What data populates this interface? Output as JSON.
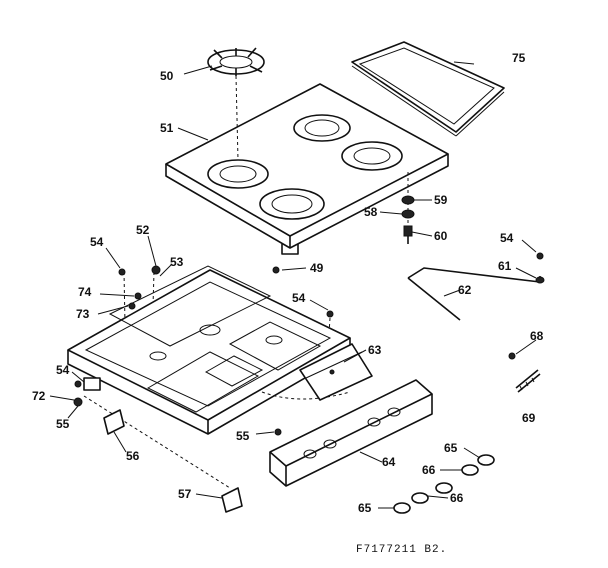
{
  "diagram": {
    "drawing_number": "F7177211 B2.",
    "callouts": [
      {
        "id": "c50",
        "label": "50"
      },
      {
        "id": "c75",
        "label": "75"
      },
      {
        "id": "c51",
        "label": "51"
      },
      {
        "id": "c59",
        "label": "59"
      },
      {
        "id": "c58",
        "label": "58"
      },
      {
        "id": "c60",
        "label": "60"
      },
      {
        "id": "c54a",
        "label": "54"
      },
      {
        "id": "c52",
        "label": "52"
      },
      {
        "id": "c53",
        "label": "53"
      },
      {
        "id": "c49",
        "label": "49"
      },
      {
        "id": "c74",
        "label": "74"
      },
      {
        "id": "c73",
        "label": "73"
      },
      {
        "id": "c54b",
        "label": "54"
      },
      {
        "id": "c54c",
        "label": "54"
      },
      {
        "id": "c61",
        "label": "61"
      },
      {
        "id": "c62",
        "label": "62"
      },
      {
        "id": "c63",
        "label": "63"
      },
      {
        "id": "c54d",
        "label": "54"
      },
      {
        "id": "c72",
        "label": "72"
      },
      {
        "id": "c55a",
        "label": "55"
      },
      {
        "id": "c68",
        "label": "68"
      },
      {
        "id": "c69",
        "label": "69"
      },
      {
        "id": "c55b",
        "label": "55"
      },
      {
        "id": "c56",
        "label": "56"
      },
      {
        "id": "c64",
        "label": "64"
      },
      {
        "id": "c65a",
        "label": "65"
      },
      {
        "id": "c66a",
        "label": "66"
      },
      {
        "id": "c57",
        "label": "57"
      },
      {
        "id": "c65b",
        "label": "65"
      },
      {
        "id": "c66b",
        "label": "66"
      }
    ]
  }
}
